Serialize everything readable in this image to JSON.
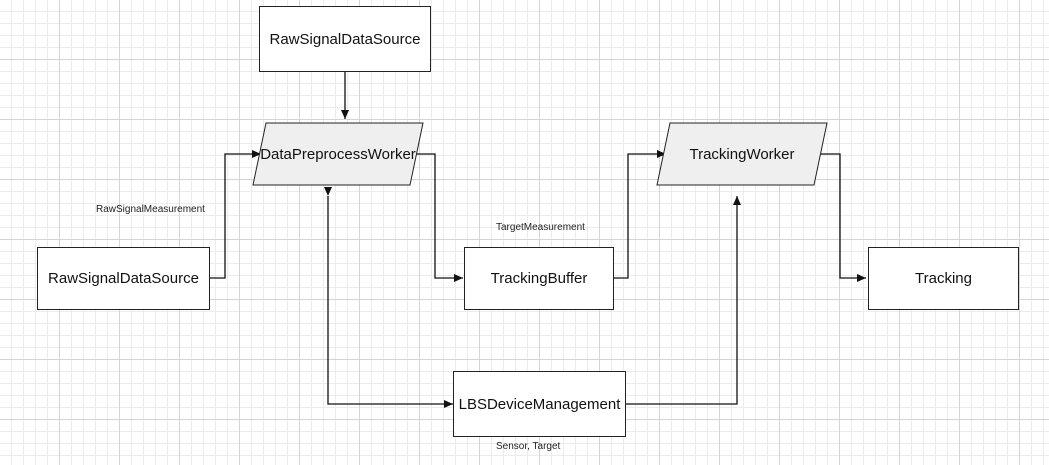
{
  "diagram": {
    "nodes": {
      "raw_source_top": "RawSignalDataSource",
      "raw_source_left": "RawSignalDataSource",
      "data_preprocess_worker": "DataPreprocessWorker",
      "tracking_worker": "TrackingWorker",
      "tracking_buffer": "TrackingBuffer",
      "tracking": "Tracking",
      "lbs_device_management": "LBSDeviceManagement"
    },
    "edge_labels": {
      "raw_signal_measurement": "RawSignalMeasurement",
      "target_measurement": "TargetMeasurement",
      "sensor_target": "Sensor, Target"
    },
    "colors": {
      "grid": "#d4d4d4",
      "worker_fill": "#efefef",
      "stroke": "#222222"
    }
  }
}
